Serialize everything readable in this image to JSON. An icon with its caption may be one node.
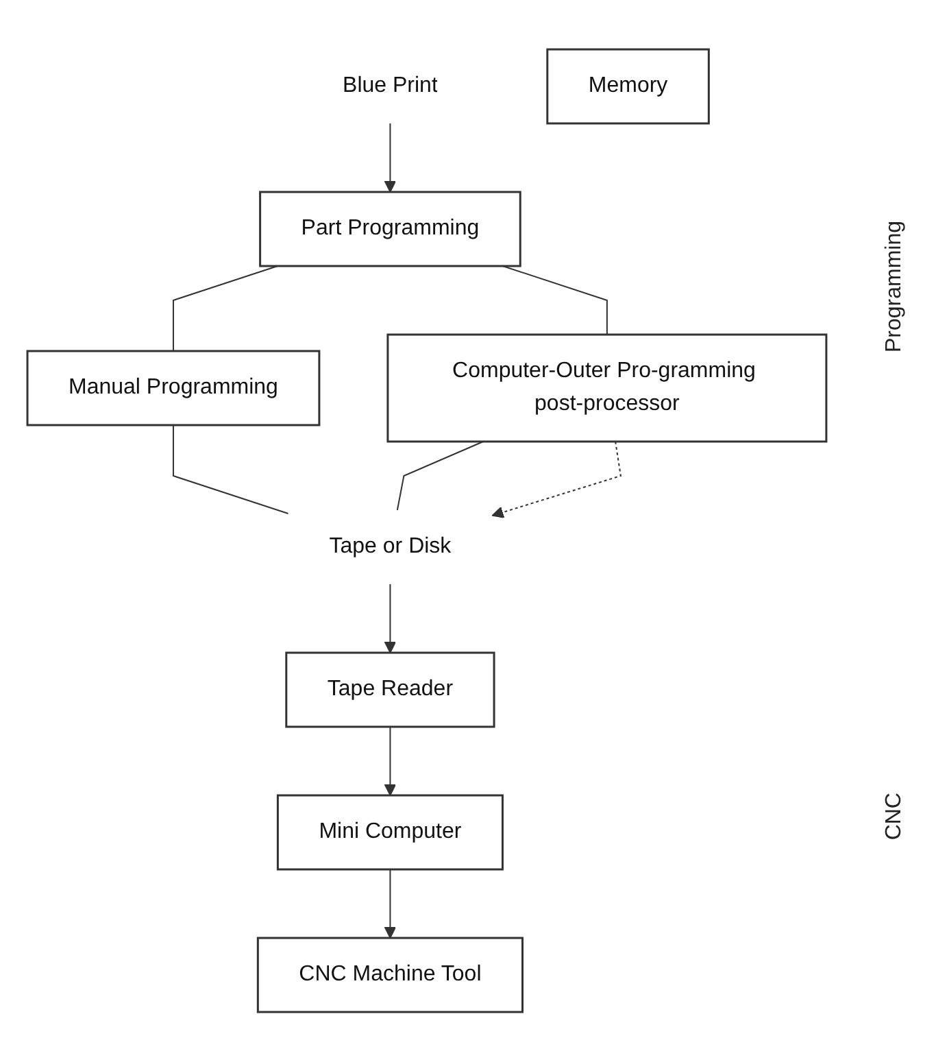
{
  "diagram": {
    "nodes": [
      {
        "text": [
          "Blue Print"
        ]
      },
      {
        "text": [
          "Part Programming"
        ]
      },
      {
        "text": [
          "Manual Programming"
        ]
      },
      {
        "text": [
          "Computer-Outer Pro-gramming post-processor"
        ]
      },
      {
        "text": [
          "Tape or Disk"
        ]
      },
      {
        "text": [
          "Tape Reader"
        ]
      },
      {
        "text": [
          "Mini Computer"
        ]
      },
      {
        "text": [
          "Memory"
        ]
      },
      {
        "text": [
          "CNC Machine Tool"
        ]
      }
    ],
    "edges": [
      {
        "from": 0,
        "to": 1,
        "arrow": "to"
      },
      {
        "from": 1,
        "to": 2,
        "arrow": "none"
      },
      {
        "from": 1,
        "to": 3,
        "arrow": "none"
      },
      {
        "from": 2,
        "to": 4,
        "arrow": "none"
      },
      {
        "from": 3,
        "to": 4,
        "arrow": "none"
      },
      {
        "from": 3,
        "to": 4,
        "arrow": "to",
        "style": "dashed"
      },
      {
        "from": 4,
        "to": 5,
        "arrow": "to"
      },
      {
        "from": 5,
        "to": 6,
        "arrow": "to"
      },
      {
        "from": 6,
        "to": 8,
        "arrow": "to"
      }
    ],
    "labels": [
      "Programming",
      "CNC"
    ]
  }
}
